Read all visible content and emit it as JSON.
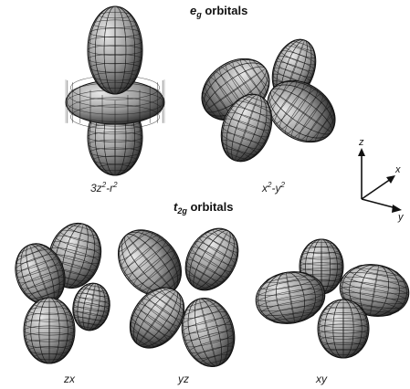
{
  "headings": {
    "eg": {
      "symbol": "e",
      "subscript": "g",
      "text": " orbitals"
    },
    "t2g": {
      "symbol": "t",
      "subscript": "2g",
      "text": " orbitals"
    }
  },
  "orbitals": {
    "eg": [
      {
        "label_parts": [
          "3z",
          "2",
          "-r",
          "2"
        ]
      },
      {
        "label_parts": [
          "x",
          "2",
          "-y",
          "2"
        ]
      }
    ],
    "t2g": [
      {
        "label_parts": [
          "zx"
        ]
      },
      {
        "label_parts": [
          "yz"
        ]
      },
      {
        "label_parts": [
          "xy"
        ]
      }
    ]
  },
  "axes": {
    "z": "z",
    "x": "x",
    "y": "y"
  },
  "colors": {
    "lobe_light": "#cfcfcf",
    "lobe_dark": "#3a3a3a",
    "mesh": "#111111"
  }
}
